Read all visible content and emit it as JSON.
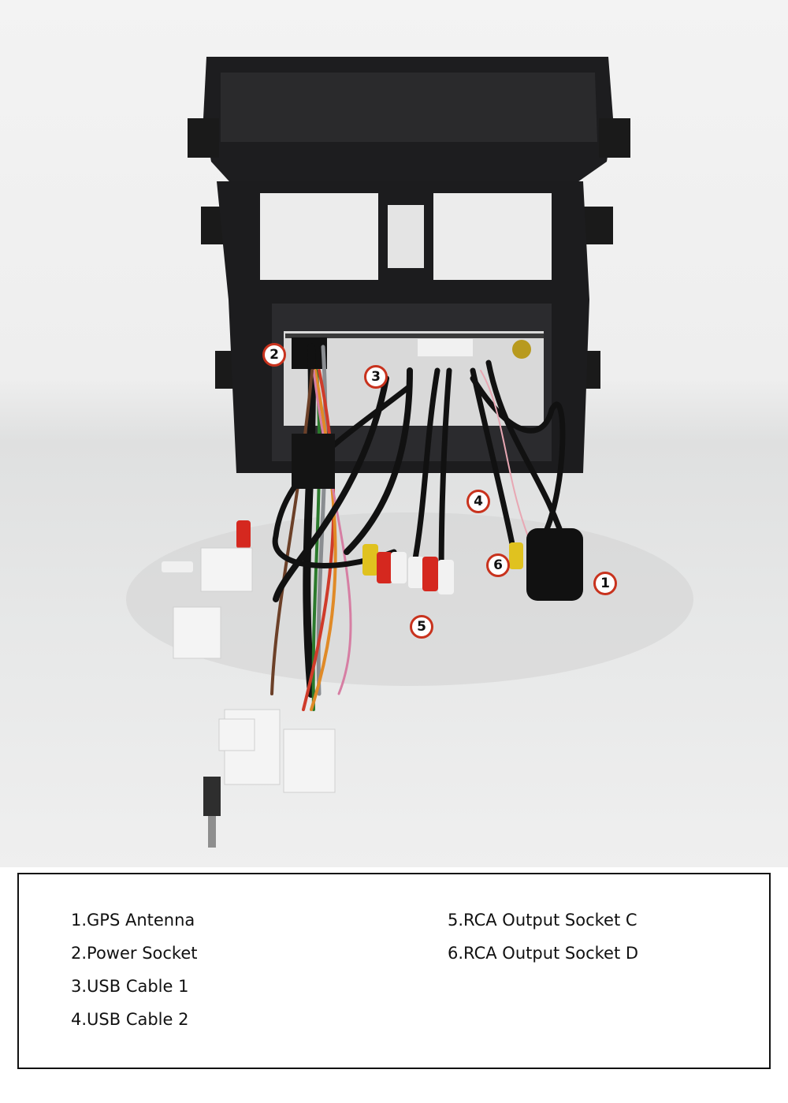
{
  "photo": {
    "description_alt": "",
    "callouts": [
      {
        "number": "1"
      },
      {
        "number": "2"
      },
      {
        "number": "3"
      },
      {
        "number": "4"
      },
      {
        "number": "5"
      },
      {
        "number": "6"
      }
    ],
    "accent_color": "#c8321d"
  },
  "legend": {
    "items": [
      {
        "label": "1.GPS Antenna"
      },
      {
        "label": "2.Power Socket"
      },
      {
        "label": "3.USB Cable 1"
      },
      {
        "label": "4.USB Cable 2"
      },
      {
        "label": "5.RCA Output Socket C"
      },
      {
        "label": "6.RCA Output Socket D"
      }
    ]
  }
}
